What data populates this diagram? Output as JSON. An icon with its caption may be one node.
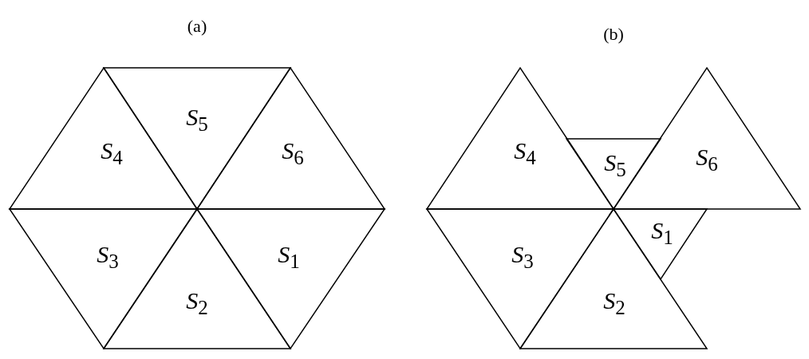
{
  "diagram": {
    "nodes": [
      {
        "text": [
          "*S*$_{5}$"
        ]
      },
      {
        "text": [
          "*S*$_{4}$"
        ]
      },
      {
        "text": [
          "*S*$_{6}$"
        ]
      },
      {
        "text": [
          "*S*$_{3}$"
        ]
      },
      {
        "text": [
          "*S*$_{1}$"
        ]
      },
      {
        "text": [
          "*S*$_{2}$"
        ]
      },
      {
        "text": [
          "*S*$_{4}$"
        ]
      },
      {
        "text": [
          "*S*$_{6}$"
        ]
      },
      {
        "text": [
          "*S*$_{5}$"
        ]
      },
      {
        "text": [
          "*S*$_{1}$"
        ]
      },
      {
        "text": [
          "*S*$_{3}$"
        ]
      },
      {
        "text": [
          "*S*$_{2}$"
        ]
      }
    ],
    "labels": [
      "(a)",
      "(b)"
    ]
  }
}
